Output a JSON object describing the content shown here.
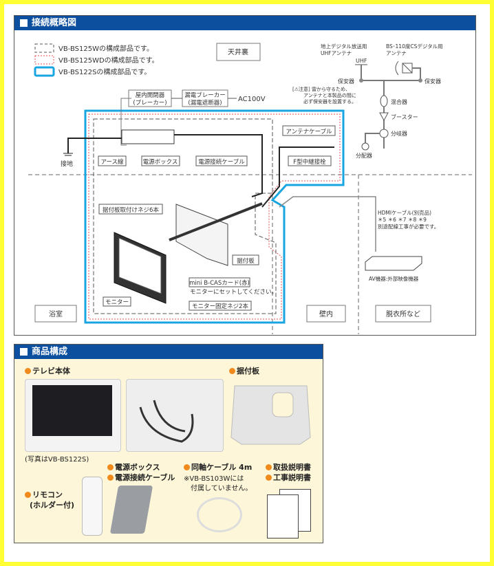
{
  "connection_section": {
    "title": "接続概略図",
    "legend": [
      {
        "label": "VB-BS125Wの構成部品です。",
        "style": "gray-dashed"
      },
      {
        "label": "VB-BS125WDの構成部品です。",
        "style": "red-dotted"
      },
      {
        "label": "VB-BS122Sの構成部品です。",
        "style": "blue-solid"
      }
    ],
    "areas": {
      "ceiling": "天井裏",
      "bathroom": "浴室",
      "wall": "壁内",
      "dressing_room": "脱衣所など"
    },
    "power": {
      "indoor_switch": [
        "屋内開閉器",
        "(ブレーカー)"
      ],
      "leakage_breaker": [
        "漏電ブレーカー",
        "(漏電遮断器)"
      ],
      "ac": "AC100V"
    },
    "labels": {
      "earth": "接地",
      "earth_wire": "アース線",
      "power_box": "電源ボックス",
      "power_cable": "電源接続ケーブル",
      "antenna_cable": "アンテナケーブル",
      "f_connector": "F型中継接栓",
      "plate_screws": "据付板取付けネジ6本",
      "plate": "据付板",
      "bcas": "mini B-CASカード(赤)",
      "bcas_note": "モニターにセットしてください。",
      "monitor": "モニター",
      "monitor_screws": "モニター固定ネジ2本"
    },
    "antenna": {
      "uhf_title": [
        "地上デジタル放送用",
        "UHFアンテナ"
      ],
      "bs_title": [
        "BS･110度CSデジタル用",
        "アンテナ"
      ],
      "uhf": "UHF",
      "protector_left": "保安器",
      "protector_right": "保安器",
      "caution": [
        "[⚠注意] 雷から守るため、",
        "アンテナと本製品の間に",
        "必ず保安器を設置する。"
      ],
      "mixer": "混合器",
      "booster": "ブースター",
      "splitter": "分岐器",
      "distributor": "分配器"
    },
    "hdmi": {
      "lines": [
        "HDMIケーブル(別売品)",
        "＊5 ＊6 ＊7 ＊8 ＊9",
        "別途配線工事が必要です。"
      ],
      "device": "AV機器:外部映像機器"
    }
  },
  "product_section": {
    "title": "商品構成",
    "tv_body": "テレビ本体",
    "photo_note": "(写真はVB-BS122S)",
    "mount_plate": "据付板",
    "remote": [
      "リモコン",
      "(ホルダー付)"
    ],
    "power_box": "電源ボックス",
    "power_cable": "電源接続ケーブル",
    "coax": "同軸ケーブル 4m",
    "coax_note": [
      "※VB-BS103Wには",
      "付属していません。"
    ],
    "manual": "取扱説明書",
    "install_manual": "工事説明書"
  },
  "colors": {
    "header": "#0b4f9e",
    "accent_blue": "#19a6e0",
    "red_dotted": "#d9534f",
    "bullet": "#f08a1c",
    "cream": "#fdf6d8",
    "frame": "#ffff33"
  }
}
